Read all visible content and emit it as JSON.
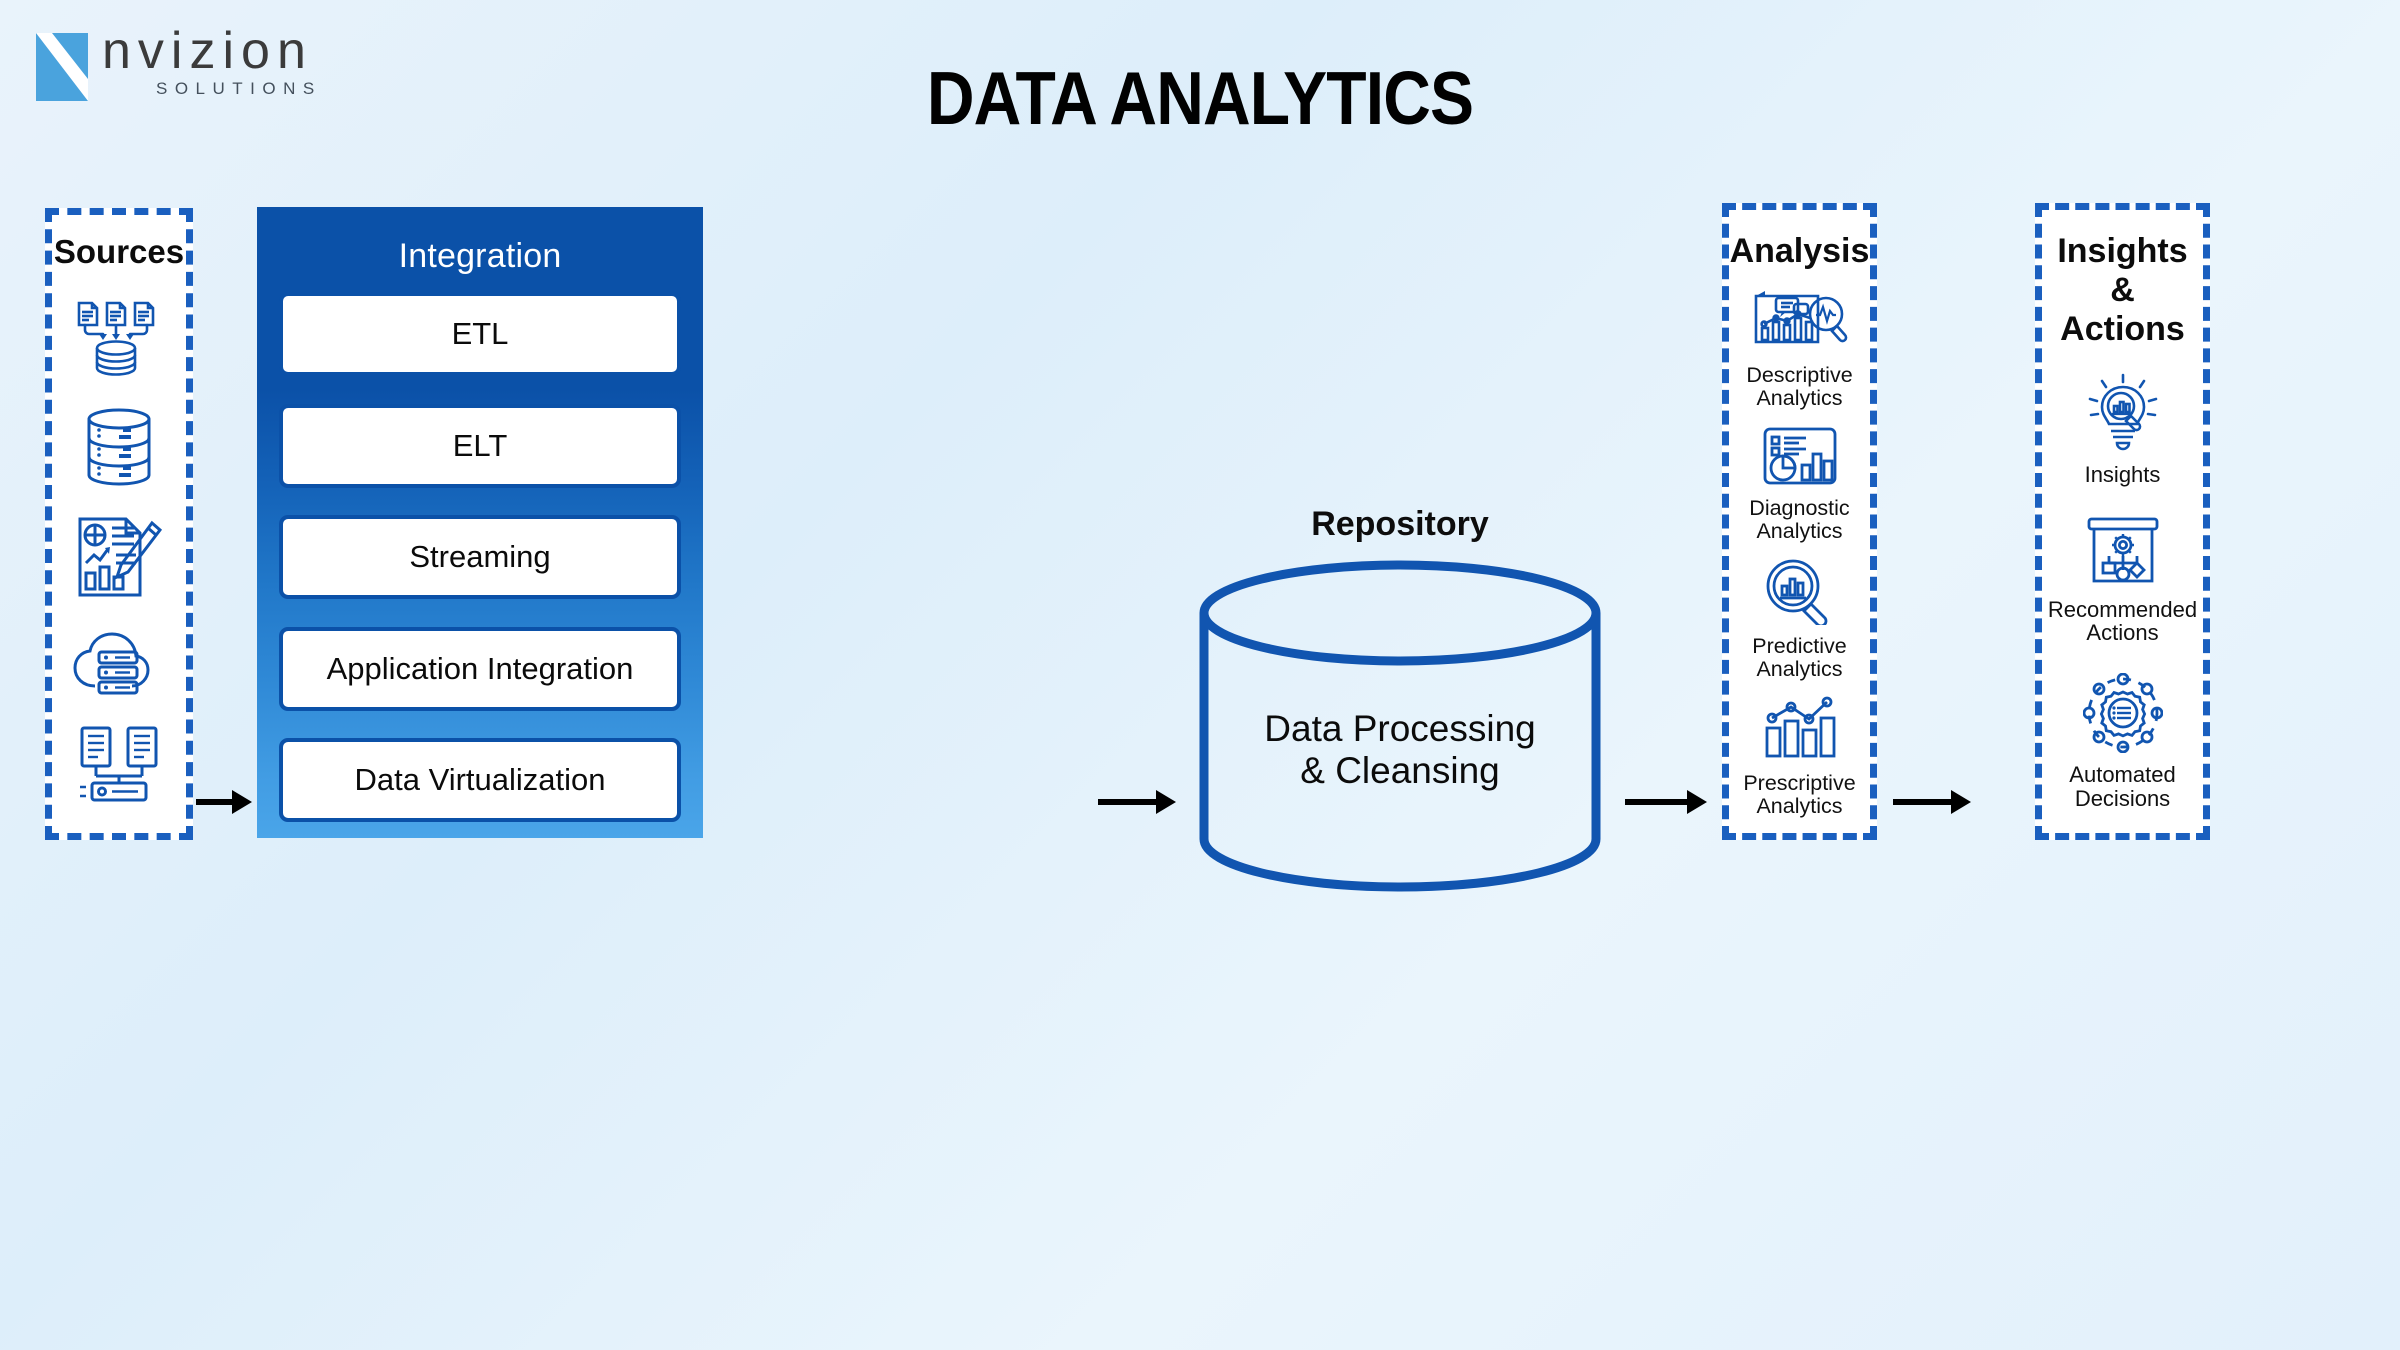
{
  "logo": {
    "name": "nvizion",
    "tagline": "SOLUTIONS",
    "mark_color": "#4aa3dd"
  },
  "title": "DATA ANALYTICS",
  "colors": {
    "brand_blue": "#0b51a8",
    "light_blue": "#4aa5e9",
    "icon_blue": "#1155b0",
    "background": "#e6f2fb",
    "dash_border": "#1a5fbf"
  },
  "sources": {
    "heading": "Sources",
    "items": [
      {
        "icon": "documents-to-database-icon",
        "label": ""
      },
      {
        "icon": "database-stack-icon",
        "label": ""
      },
      {
        "icon": "document-with-chart-and-pencil-icon",
        "label": ""
      },
      {
        "icon": "cloud-server-icon",
        "label": ""
      },
      {
        "icon": "server-racks-icon",
        "label": ""
      }
    ]
  },
  "integration": {
    "heading": "Integration",
    "boxes": [
      {
        "label": "ETL"
      },
      {
        "label": "ELT"
      },
      {
        "label": "Streaming"
      },
      {
        "label": "Application Integration"
      },
      {
        "label": "Data Virtualization"
      }
    ]
  },
  "repository": {
    "heading": "Repository",
    "body": "Data Processing\n& Cleansing",
    "shape": "cylinder"
  },
  "analysis": {
    "heading": "Analysis",
    "items": [
      {
        "icon": "chart-report-magnifier-icon",
        "label": "Descriptive\nAnalytics"
      },
      {
        "icon": "dashboard-pie-bar-icon",
        "label": "Diagnostic\nAnalytics"
      },
      {
        "icon": "magnifier-bar-chart-icon",
        "label": "Predictive\nAnalytics"
      },
      {
        "icon": "bar-chart-trendline-icon",
        "label": "Prescriptive\nAnalytics"
      }
    ]
  },
  "insights": {
    "heading": "Insights &\nActions",
    "items": [
      {
        "icon": "lightbulb-magnifier-chart-icon",
        "label": "Insights"
      },
      {
        "icon": "presentation-gear-flowchart-icon",
        "label": "Recommended\nActions"
      },
      {
        "icon": "automation-gear-network-icon",
        "label": "Automated\nDecisions"
      }
    ]
  },
  "arrows": [
    {
      "name": "arrow-sources-to-integration"
    },
    {
      "name": "arrow-integration-to-repository"
    },
    {
      "name": "arrow-repository-to-analysis"
    },
    {
      "name": "arrow-analysis-to-insights"
    }
  ]
}
